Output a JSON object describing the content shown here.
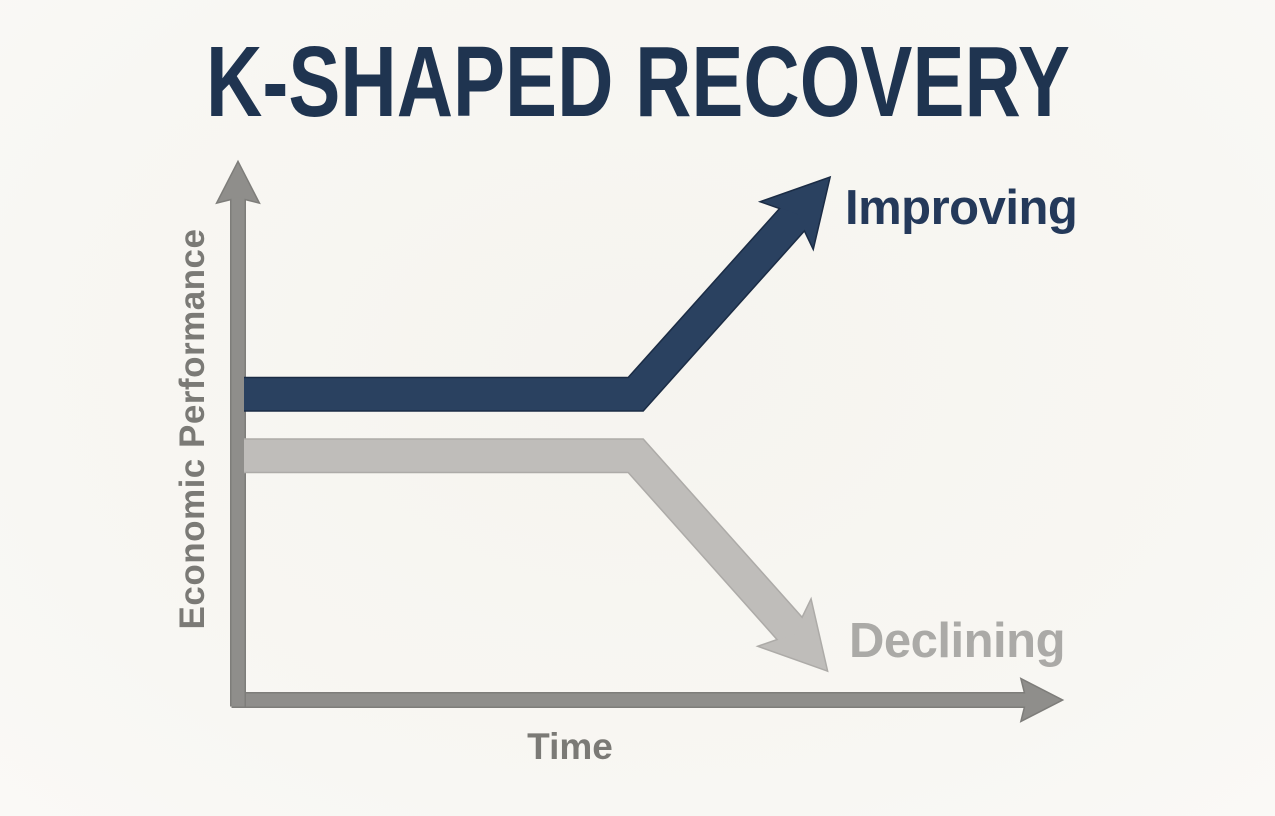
{
  "chart_data": {
    "type": "line",
    "title": "K-SHAPED RECOVERY",
    "title_color": "#1f3450",
    "xlabel": "Time",
    "ylabel": "Economic Performance",
    "axis_label_color": "#7b7a76",
    "axis_color": "#8f8e8b",
    "axis_border_color": "#7e7d7a",
    "background_color": "#f7f5f1",
    "x_axis_range_note": "unlabeled conceptual time axis",
    "y_axis_range_note": "unlabeled conceptual economic performance axis",
    "grid": false,
    "legend_position": "end-of-line annotations",
    "series": [
      {
        "name": "Improving",
        "color": "#2a4160",
        "border_color": "#1b2c45",
        "label_color": "#24395a",
        "shape": "flat then sharply rising arrow (upper arm of K)",
        "points_norm": [
          [
            0.0,
            0.575
          ],
          [
            0.48,
            0.575
          ],
          [
            0.717,
            0.972
          ]
        ]
      },
      {
        "name": "Declining",
        "color": "#bfbdba",
        "border_color": "#adaba8",
        "label_color": "#abaaa7",
        "shape": "flat then sharply falling arrow (lower arm of K)",
        "points_norm": [
          [
            0.0,
            0.462
          ],
          [
            0.48,
            0.462
          ],
          [
            0.714,
            0.068
          ]
        ]
      }
    ]
  }
}
